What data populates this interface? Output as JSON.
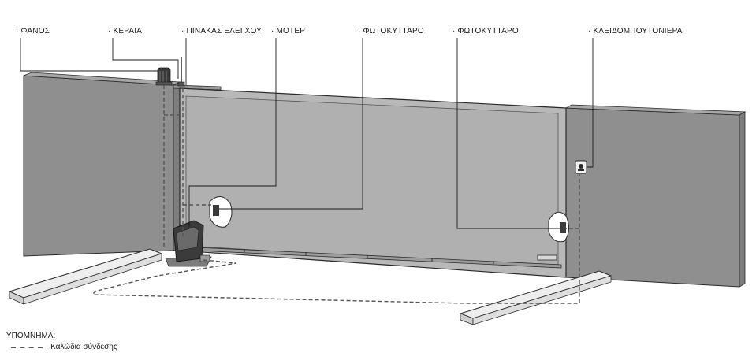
{
  "labels": {
    "lamp": "· ΦΑΝΟΣ",
    "antenna": "· ΚΕΡΑΙΑ",
    "control_panel": "· ΠΙΝΑΚΑΣ ΕΛΕΓΧΟΥ",
    "motor": "· ΜΟΤΕΡ",
    "photocell_1": "· ΦΩΤΟΚΥΤΤΑΡΟ",
    "photocell_2": "· ΦΩΤΟΚΥΤΤΑΡΟ",
    "key_switch": "· ΚΛΕΙΔΟΜΠΟΥΤΟΝΙΕΡΑ"
  },
  "legend": {
    "title": "ΥΠΟΜΝΗΜΑ:",
    "cable_label": "· Καλώδια σύνδεσης"
  },
  "colors": {
    "wall": "#8f8f8f",
    "gate": "#b4b4b4",
    "outline": "#2a2a2a",
    "cable": "#555555"
  }
}
